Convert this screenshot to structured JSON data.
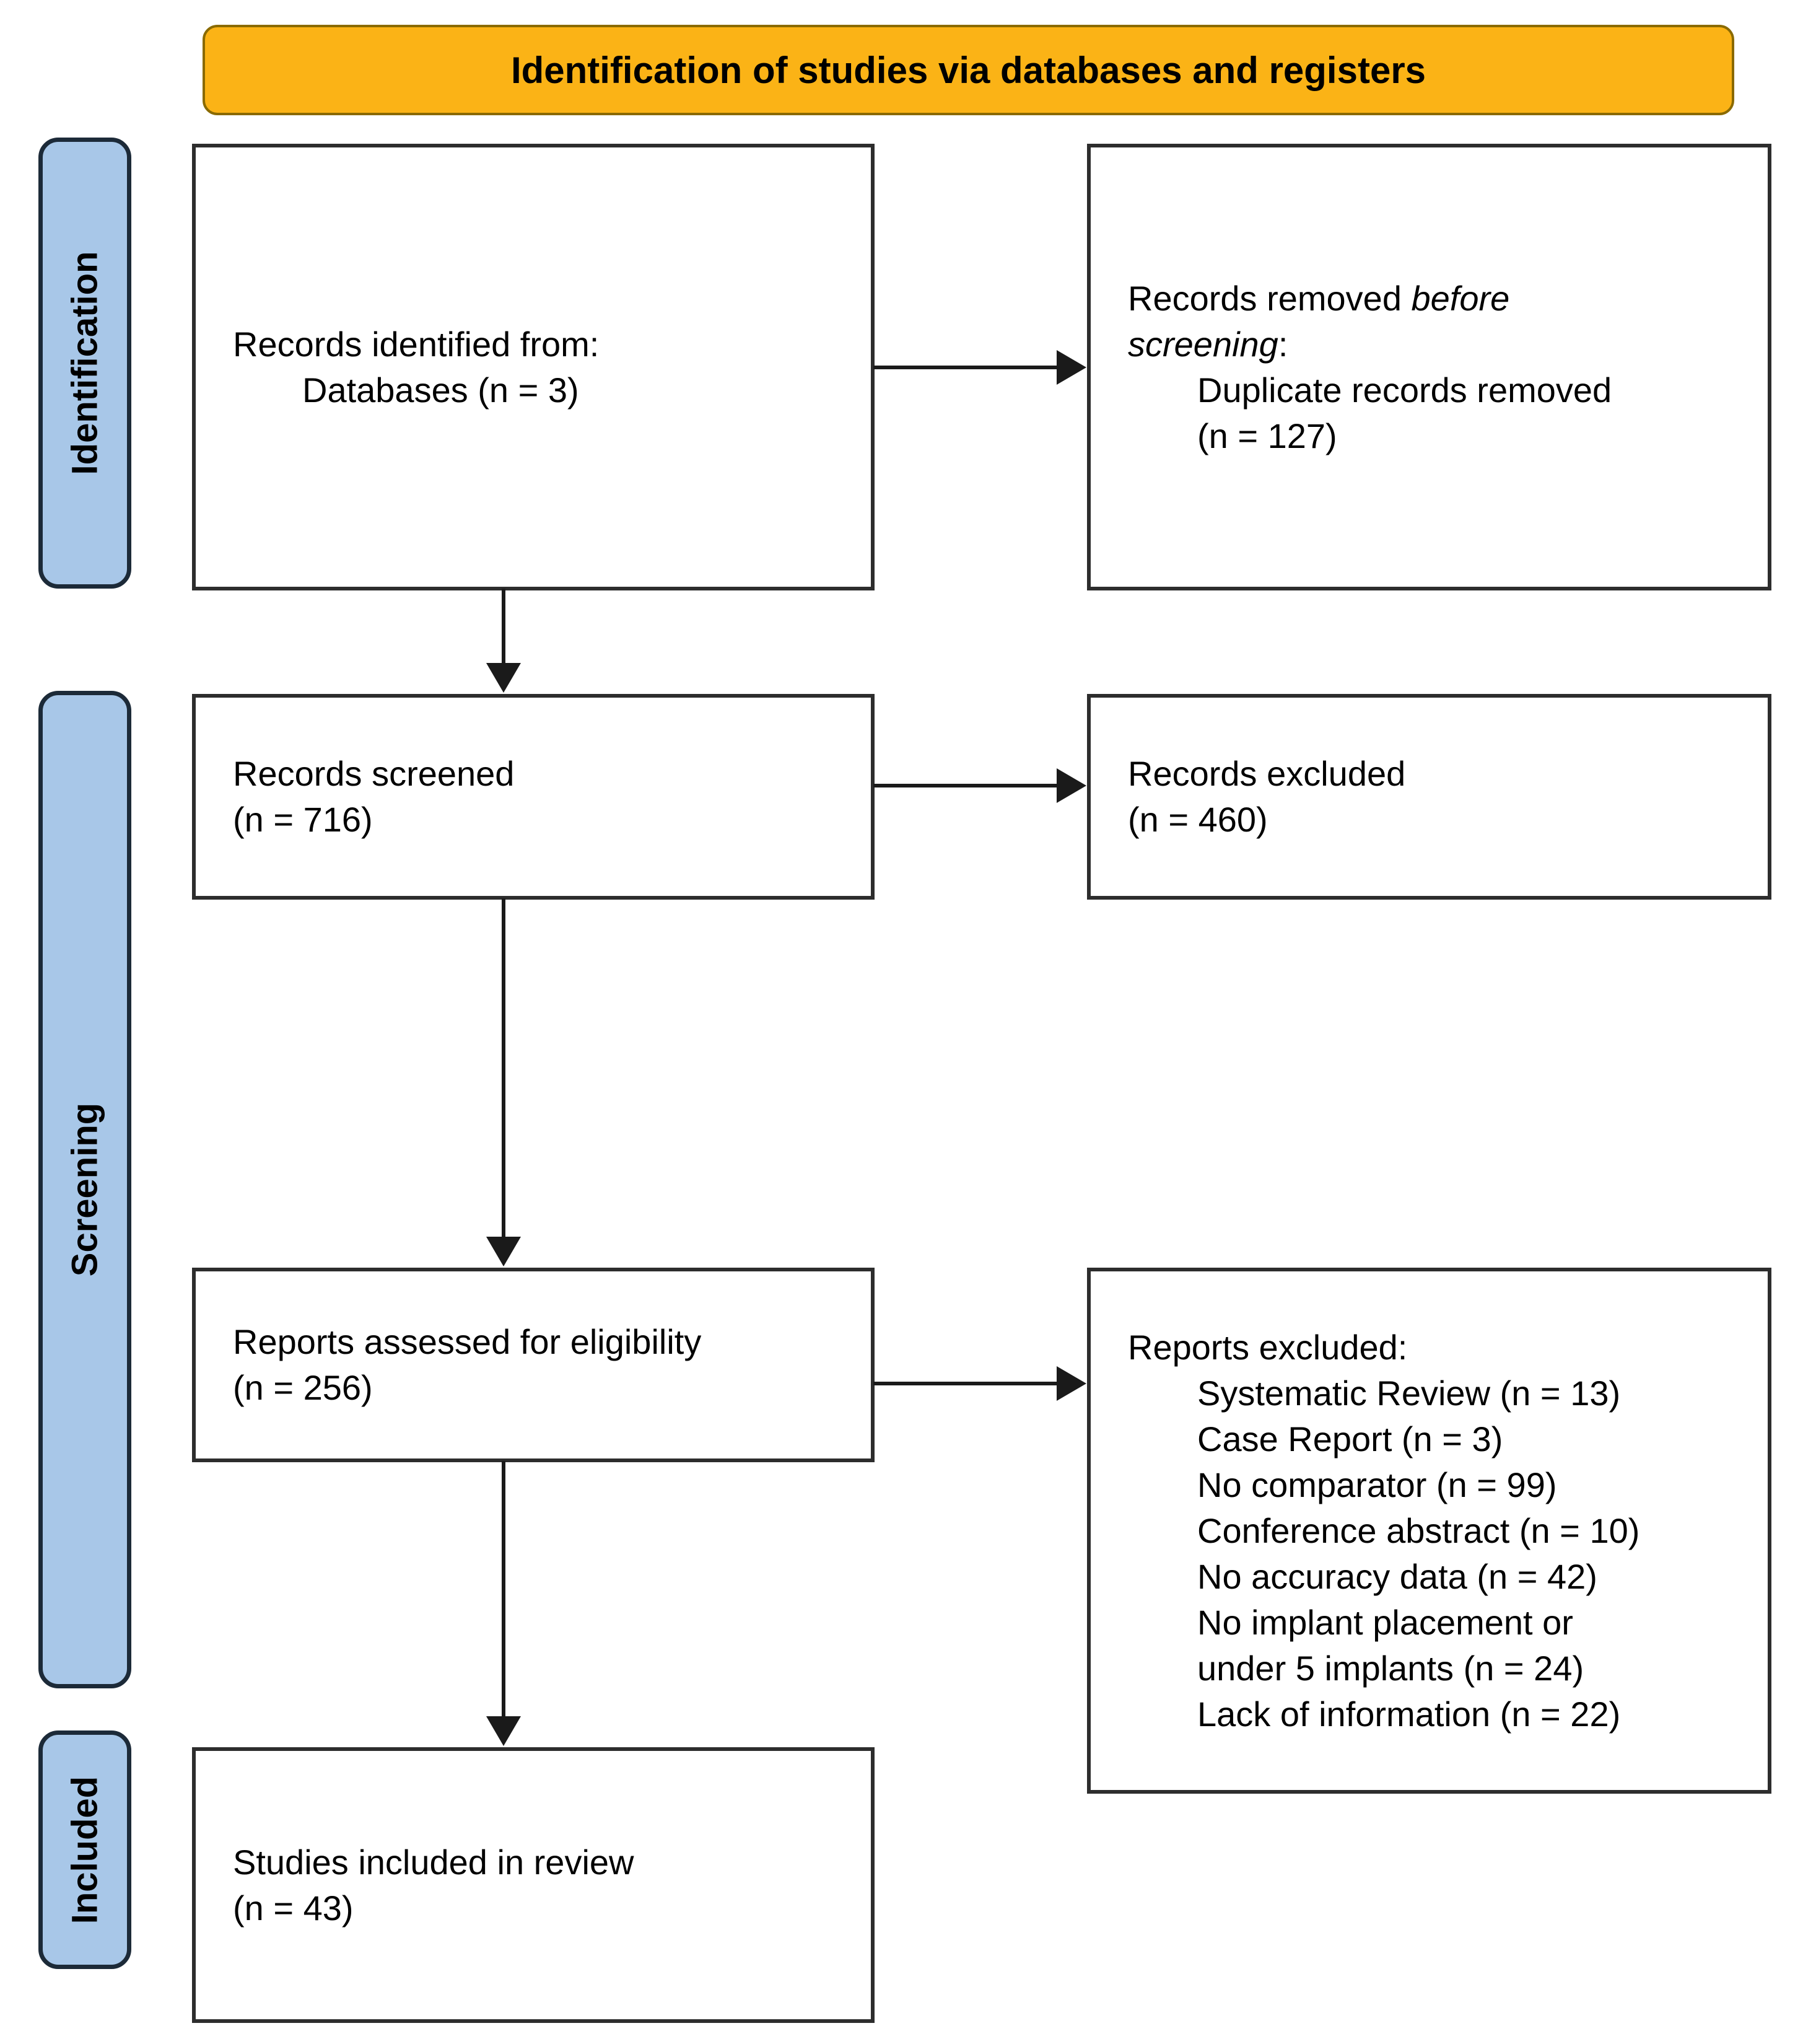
{
  "banner": {
    "title": "Identification of studies via databases and registers"
  },
  "sidebar": {
    "stages": [
      "Identification",
      "Screening",
      "Included"
    ]
  },
  "boxes": {
    "identified": {
      "line1": "Records identified from:",
      "line2": "Databases (n = 3)"
    },
    "removed": {
      "line1_normal": "Records removed ",
      "line1_italic": "before screening",
      "line1_colon": ":",
      "item_line1": "Duplicate records removed",
      "item_line2": "(n = 127)"
    },
    "screened": {
      "line1": "Records screened",
      "line2": "(n = 716)"
    },
    "excluded": {
      "line1": "Records excluded",
      "line2": "(n = 460)"
    },
    "assessed": {
      "line1": "Reports assessed for eligibility",
      "line2": "(n = 256)"
    },
    "reports_excluded": {
      "title": "Reports excluded:",
      "lines": [
        "Systematic Review (n = 13)",
        "Case Report (n = 3)",
        "No comparator (n = 99)",
        "Conference abstract (n = 10)",
        "No accuracy data (n = 42)",
        "No implant placement or",
        "under 5 implants (n = 24)",
        "Lack of information (n = 22)"
      ]
    },
    "included": {
      "line1": "Studies included in review",
      "line2": "(n = 43)"
    }
  },
  "colors": {
    "banner_bg": "#FBB316",
    "banner_border": "#8A6A00",
    "stage_bg": "#A8C7E8",
    "stage_border": "#1C2A38",
    "box_border": "#2D2D2D",
    "arrow": "#1A1A1A",
    "text": "#000000"
  }
}
